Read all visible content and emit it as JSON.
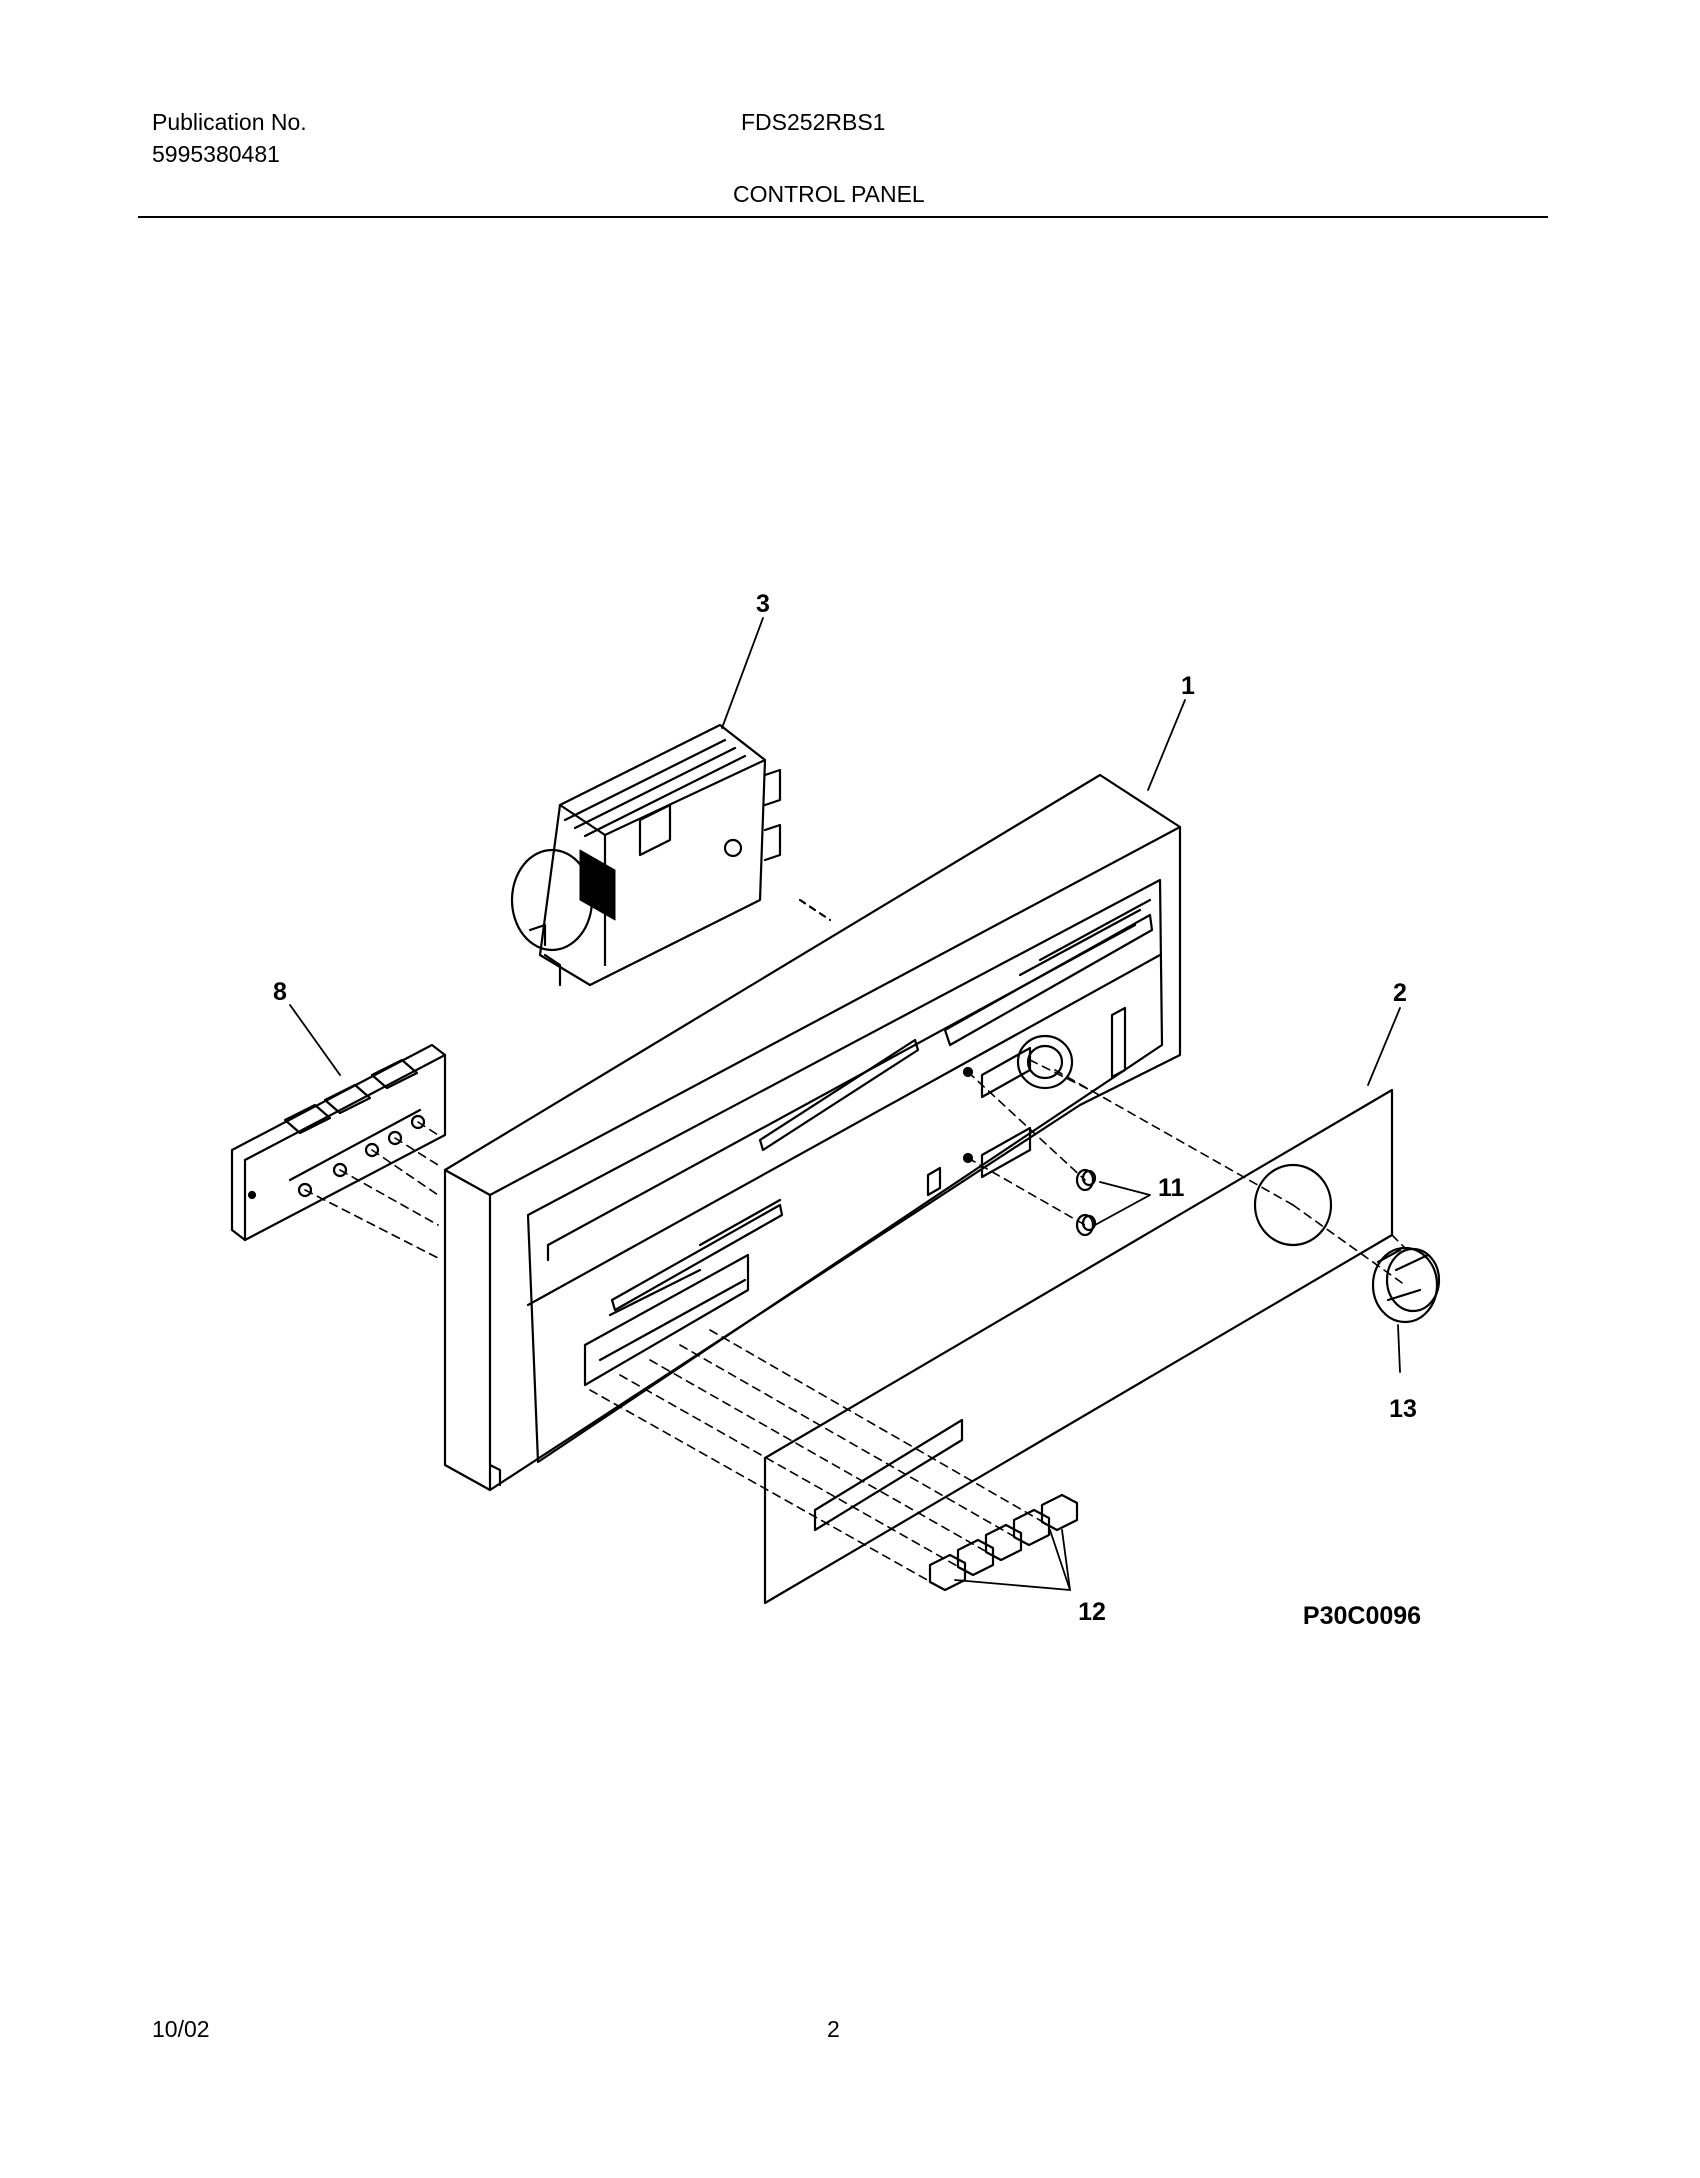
{
  "header": {
    "publication_label": "Publication No.",
    "publication_number": "5995380481",
    "model": "FDS252RBS1",
    "section_title": "CONTROL PANEL"
  },
  "diagram": {
    "callouts": {
      "c1": "1",
      "c2": "2",
      "c3": "3",
      "c8": "8",
      "c11": "11",
      "c12": "12",
      "c13": "13"
    },
    "figure_ref": "P30C0096"
  },
  "footer": {
    "date": "10/02",
    "page": "2"
  }
}
